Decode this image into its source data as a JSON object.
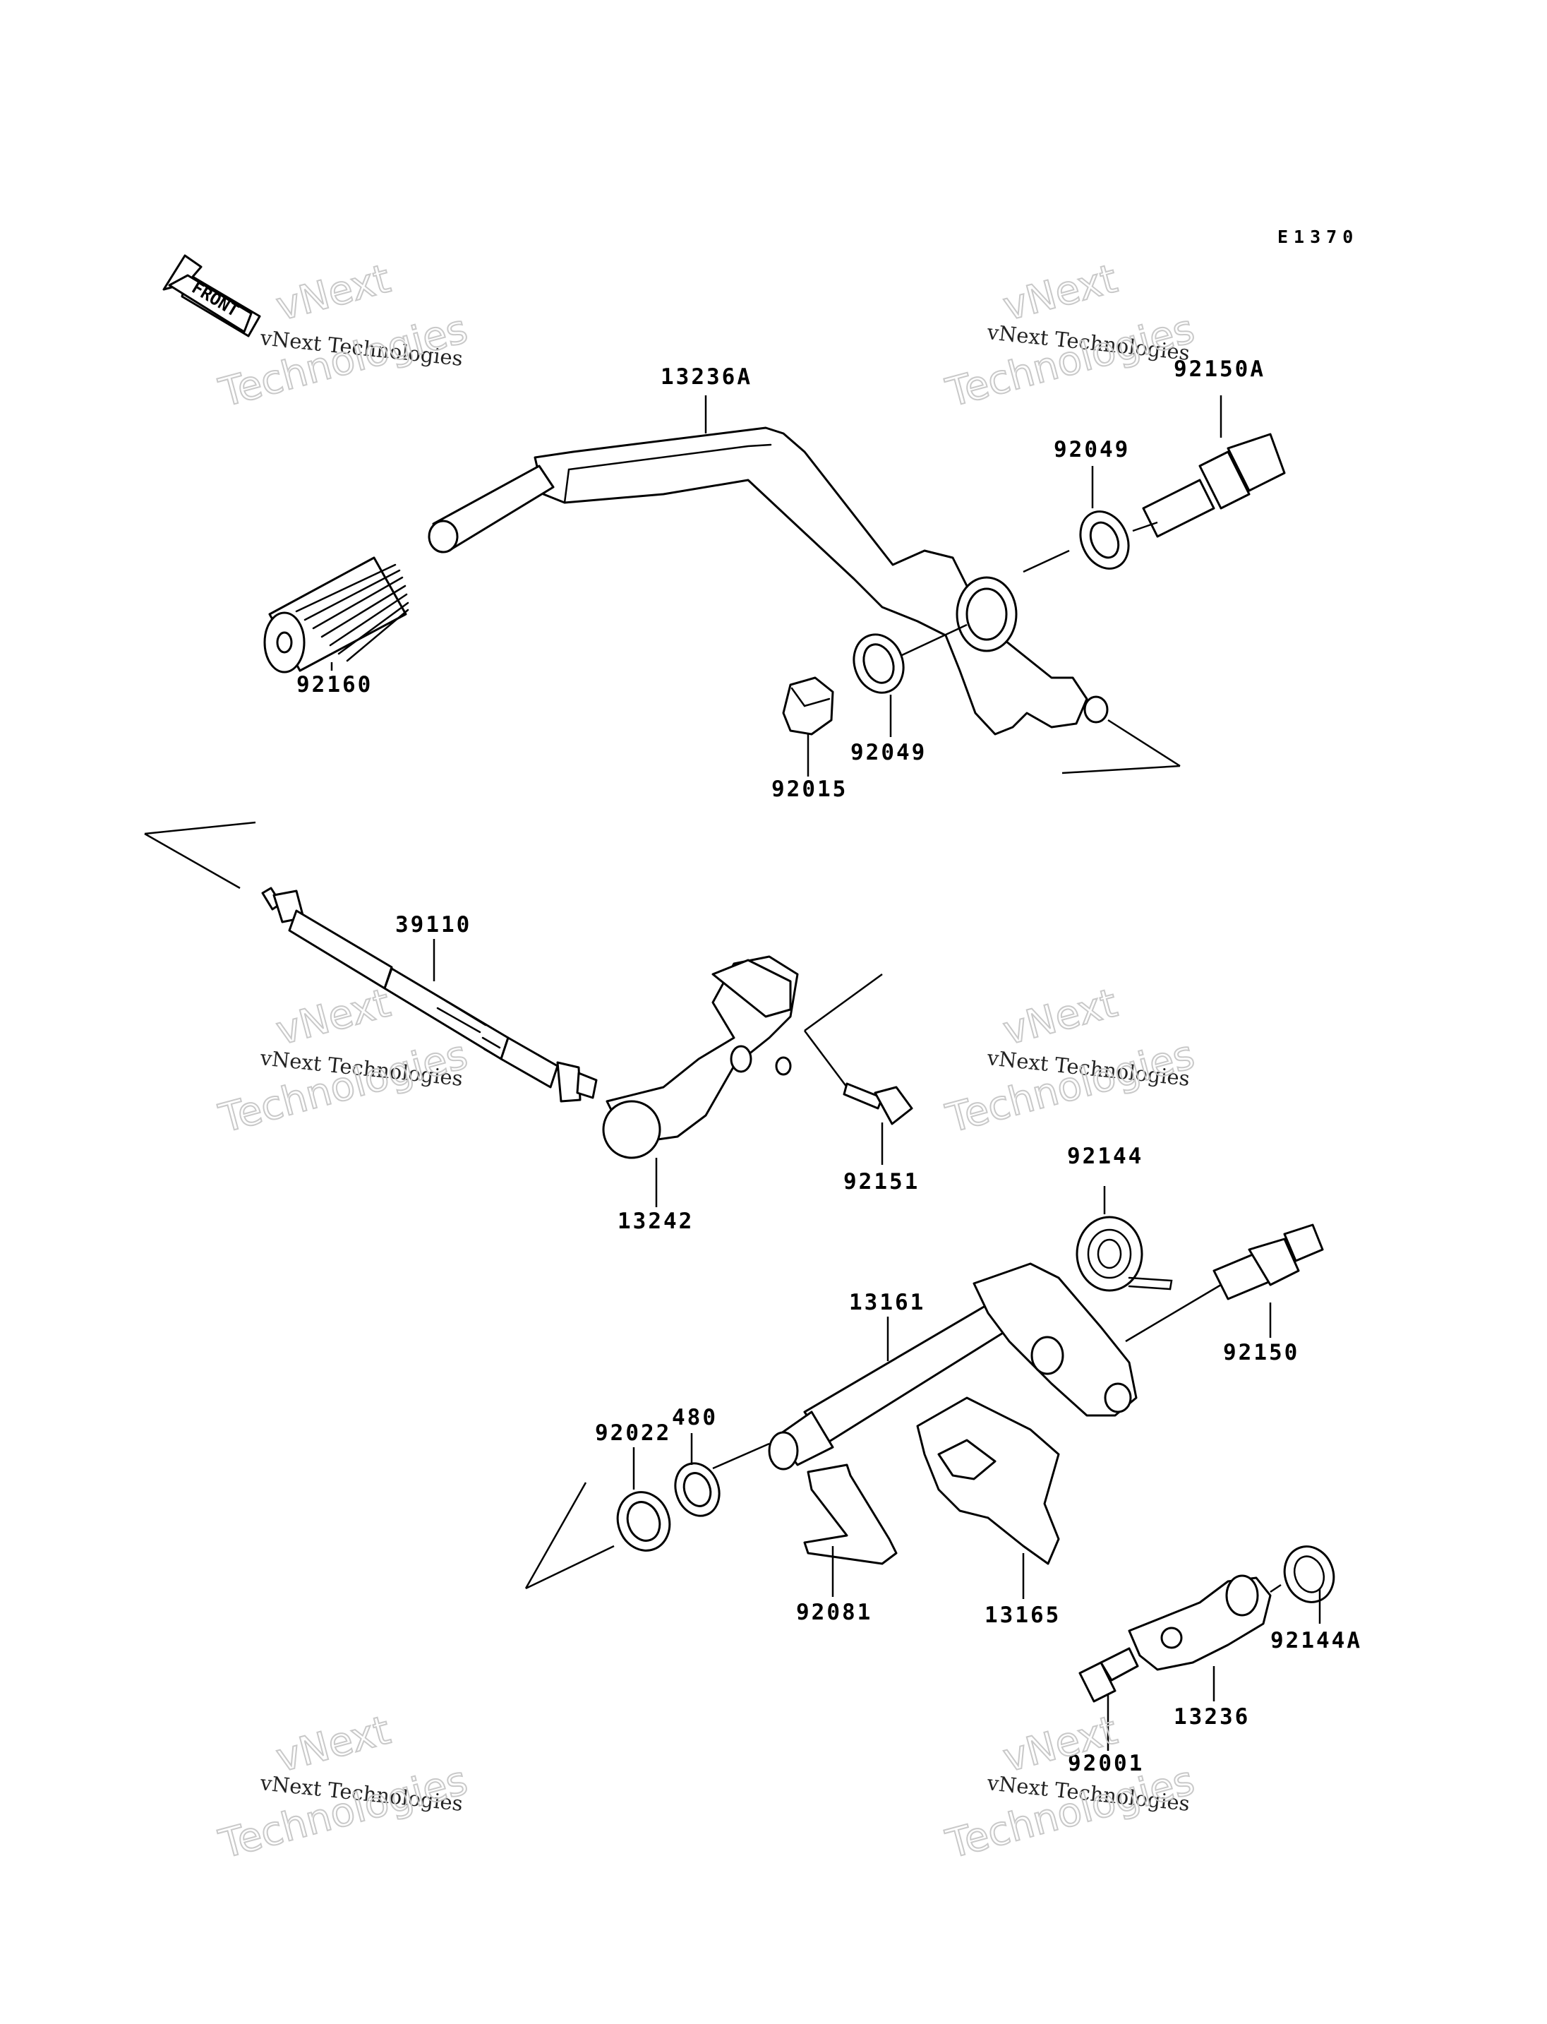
{
  "diagram_code": "E1370",
  "front_label": "FRONT",
  "watermark": {
    "line1": "vNext",
    "line2": "vNext Technologies",
    "line3": "Technologies"
  },
  "parts": {
    "p13236A": "13236A",
    "p92150A": "92150A",
    "p92049_top": "92049",
    "p92049_bottom": "92049",
    "p92160": "92160",
    "p92015": "92015",
    "p39110": "39110",
    "p13242": "13242",
    "p92151": "92151",
    "p92144": "92144",
    "p13161": "13161",
    "p92150": "92150",
    "p480": "480",
    "p92022": "92022",
    "p92081": "92081",
    "p13165": "13165",
    "p92144A": "92144A",
    "p13236": "13236",
    "p92001": "92001"
  }
}
